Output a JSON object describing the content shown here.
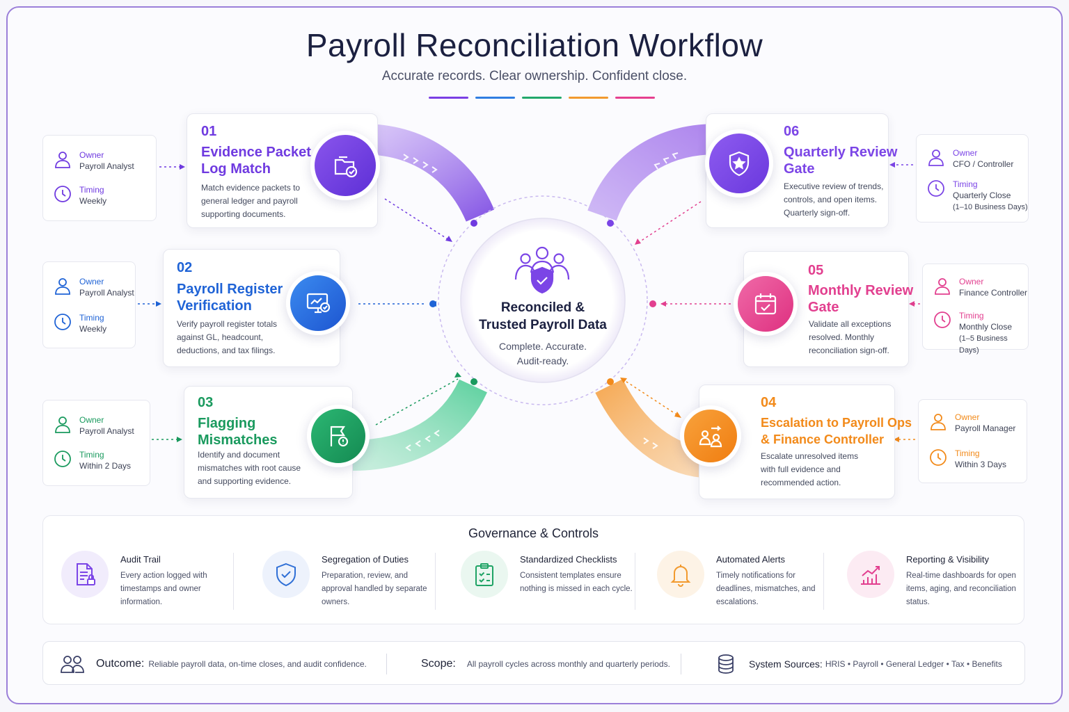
{
  "header": {
    "title": "Payroll Reconciliation Workflow",
    "subtitle": "Accurate records. Clear ownership. Confident close.",
    "accent_colors": [
      "#7b3fe4",
      "#2f7de1",
      "#22a86b",
      "#f29a2e",
      "#e6408f"
    ]
  },
  "center": {
    "title_line1": "Reconciled &",
    "title_line2": "Trusted Payroll Data",
    "subtitle_line1": "Complete. Accurate.",
    "subtitle_line2": "Audit-ready.",
    "icon": "team-shield-check-icon"
  },
  "labels": {
    "owner": "Owner",
    "timing": "Timing"
  },
  "steps": [
    {
      "num": "01",
      "title1": "Evidence Packet",
      "title2": "Log Match",
      "desc": [
        "Match evidence packets to",
        "general ledger and payroll",
        "supporting documents."
      ],
      "owner": "Payroll Analyst",
      "timing": [
        "Weekly"
      ],
      "color": "#6f3ae0",
      "icon": "folder-check-icon"
    },
    {
      "num": "02",
      "title1": "Payroll Register",
      "title2": "Verification",
      "desc": [
        "Verify payroll register totals",
        "against GL, headcount,",
        "deductions, and tax filings."
      ],
      "owner": "Payroll Analyst",
      "timing": [
        "Weekly"
      ],
      "color": "#1f63d6",
      "icon": "monitor-chart-check-icon"
    },
    {
      "num": "03",
      "title1": "Flagging",
      "title2": "Mismatches",
      "desc": [
        "Identify and document",
        "mismatches with root cause",
        "and supporting evidence."
      ],
      "owner": "Payroll Analyst",
      "timing": [
        "Within 2 Days"
      ],
      "color": "#1a9a5e",
      "icon": "flag-alert-icon"
    },
    {
      "num": "04",
      "title1": "Escalation to Payroll Ops",
      "title2": "& Finance Controller",
      "desc": [
        "Escalate unresolved items",
        "with full evidence and",
        "recommended action."
      ],
      "owner": "Payroll Manager",
      "timing": [
        "Within 3 Days"
      ],
      "color": "#f28a1a",
      "icon": "people-transfer-icon"
    },
    {
      "num": "05",
      "title1": "Monthly Review",
      "title2": "Gate",
      "desc": [
        "Validate all exceptions",
        "resolved. Monthly",
        "reconciliation sign-off."
      ],
      "owner": "Finance Controller",
      "timing": [
        "Monthly Close",
        "(1–5 Business Days)"
      ],
      "color": "#e23f8f",
      "icon": "calendar-check-icon"
    },
    {
      "num": "06",
      "title1": "Quarterly Review",
      "title2": "Gate",
      "desc": [
        "Executive review of trends,",
        "controls, and open items.",
        "Quarterly sign-off."
      ],
      "owner": "CFO / Controller",
      "timing": [
        "Quarterly Close",
        "(1–10 Business Days)"
      ],
      "color": "#7b45e6",
      "icon": "shield-star-icon"
    }
  ],
  "governance": {
    "title": "Governance & Controls",
    "items": [
      {
        "name": "Audit Trail",
        "desc": "Every action logged with timestamps and owner information.",
        "color": "#7b45e6",
        "icon": "document-lock-icon"
      },
      {
        "name": "Segregation of Duties",
        "desc": "Preparation, review, and approval handled by separate owners.",
        "color": "#2f6fd6",
        "icon": "shield-check-icon"
      },
      {
        "name": "Standardized Checklists",
        "desc": "Consistent templates ensure nothing is missed in each cycle.",
        "color": "#1fa365",
        "icon": "clipboard-check-icon"
      },
      {
        "name": "Automated Alerts",
        "desc": "Timely notifications for deadlines, mismatches, and escalations.",
        "color": "#f29a2e",
        "icon": "bell-icon"
      },
      {
        "name": "Reporting & Visibility",
        "desc": "Real-time dashboards for open items, aging, and reconciliation status.",
        "color": "#e23f8f",
        "icon": "bar-chart-icon"
      }
    ]
  },
  "footer": {
    "outcome_label": "Outcome:",
    "outcome_value": "Reliable payroll data, on-time closes, and audit confidence.",
    "scope_label": "Scope:",
    "scope_value": "All payroll cycles across monthly and quarterly periods.",
    "sources_label": "System Sources:",
    "sources_value": "HRIS • Payroll • General Ledger • Tax • Benefits"
  }
}
